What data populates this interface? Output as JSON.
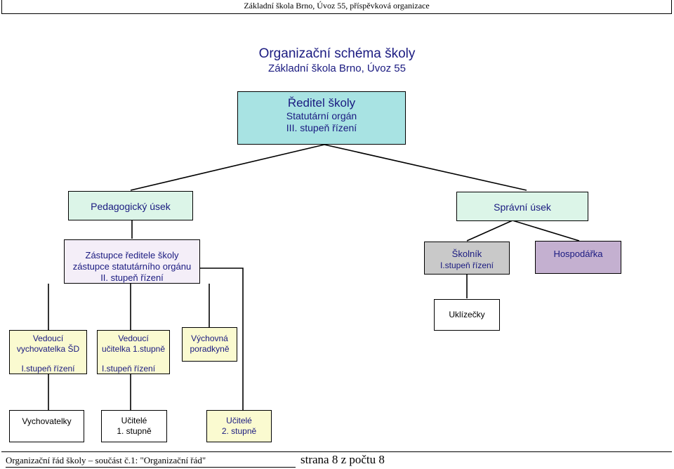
{
  "header": {
    "text": "Základní škola Brno, Úvoz 55, příspěvková organizace"
  },
  "title": {
    "main": "Organizační schéma školy",
    "sub": "Základní škola Brno, Úvoz 55"
  },
  "colors": {
    "director": "#a8e3e3",
    "section": "#dcf5e8",
    "deputy": "#f4eef8",
    "skolnik": "#c9c9c9",
    "hospodarka": "#c4b0d0",
    "yellow": "#fafad0",
    "white": "#ffffff",
    "accent_text": "#1a1a80"
  },
  "boxes": {
    "director": {
      "title": "Ředitel školy",
      "line2": "Statutární orgán",
      "line3": "III. stupeň řízení"
    },
    "pedagogicky": {
      "label": "Pedagogický úsek"
    },
    "spravni": {
      "label": "Správní úsek"
    },
    "zastupce": {
      "line1": "Zástupce ředitele školy",
      "line2": "zástupce statutárního orgánu",
      "line3": "II. stupeň řízení"
    },
    "skolnik": {
      "line1": "Školník",
      "line2": "I.stupeň řízení"
    },
    "hospodarka": {
      "label": "Hospodářka"
    },
    "uklizecky": {
      "label": "Uklízečky"
    },
    "vedouci_sd": {
      "line1": "Vedoucí",
      "line2": "vychovatelka  ŠD",
      "line3": "I.stupeň řízení"
    },
    "vedouci_uc": {
      "line1": "Vedoucí",
      "line2": "učitelka 1.stupně",
      "line3": "I.stupeň řízení"
    },
    "vychovna": {
      "line1": "Výchovná",
      "line2": "poradkyně"
    },
    "vychovatelky": {
      "label": "Vychovatelky"
    },
    "ucitele1": {
      "line1": "Učitelé",
      "line2": "1. stupně"
    },
    "ucitele2": {
      "line1": "Učitelé",
      "line2": "2. stupně"
    }
  },
  "footer": {
    "left": "Organizační řád školy – součást č.1: \"Organizační řád\"",
    "right": "strana 8 z počtu 8"
  }
}
